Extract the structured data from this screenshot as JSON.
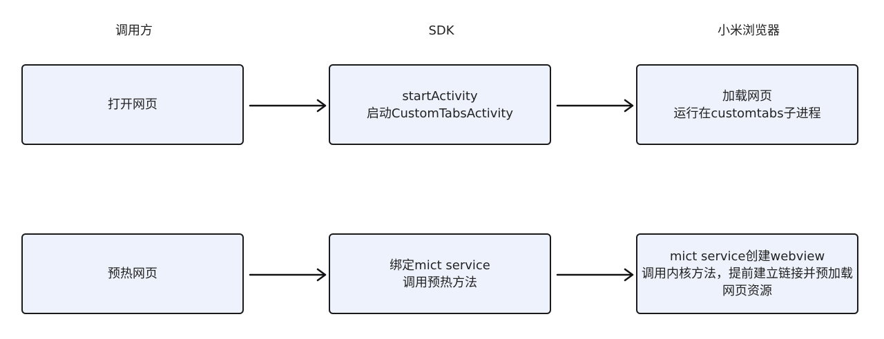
{
  "columns": {
    "caller": "调用方",
    "sdk": "SDK",
    "browser": "小米浏览器"
  },
  "rows": [
    {
      "caller": [
        "打开网页"
      ],
      "sdk": [
        "startActivity",
        "启动CustomTabsActivity"
      ],
      "browser": [
        "加载网页",
        "运行在customtabs子进程"
      ]
    },
    {
      "caller": [
        "预热网页"
      ],
      "sdk": [
        "绑定mict service",
        "调用预热方法"
      ],
      "browser": [
        "mict service创建webview",
        "调用内核方法，提前建立链接并预加载",
        "网页资源"
      ]
    }
  ]
}
